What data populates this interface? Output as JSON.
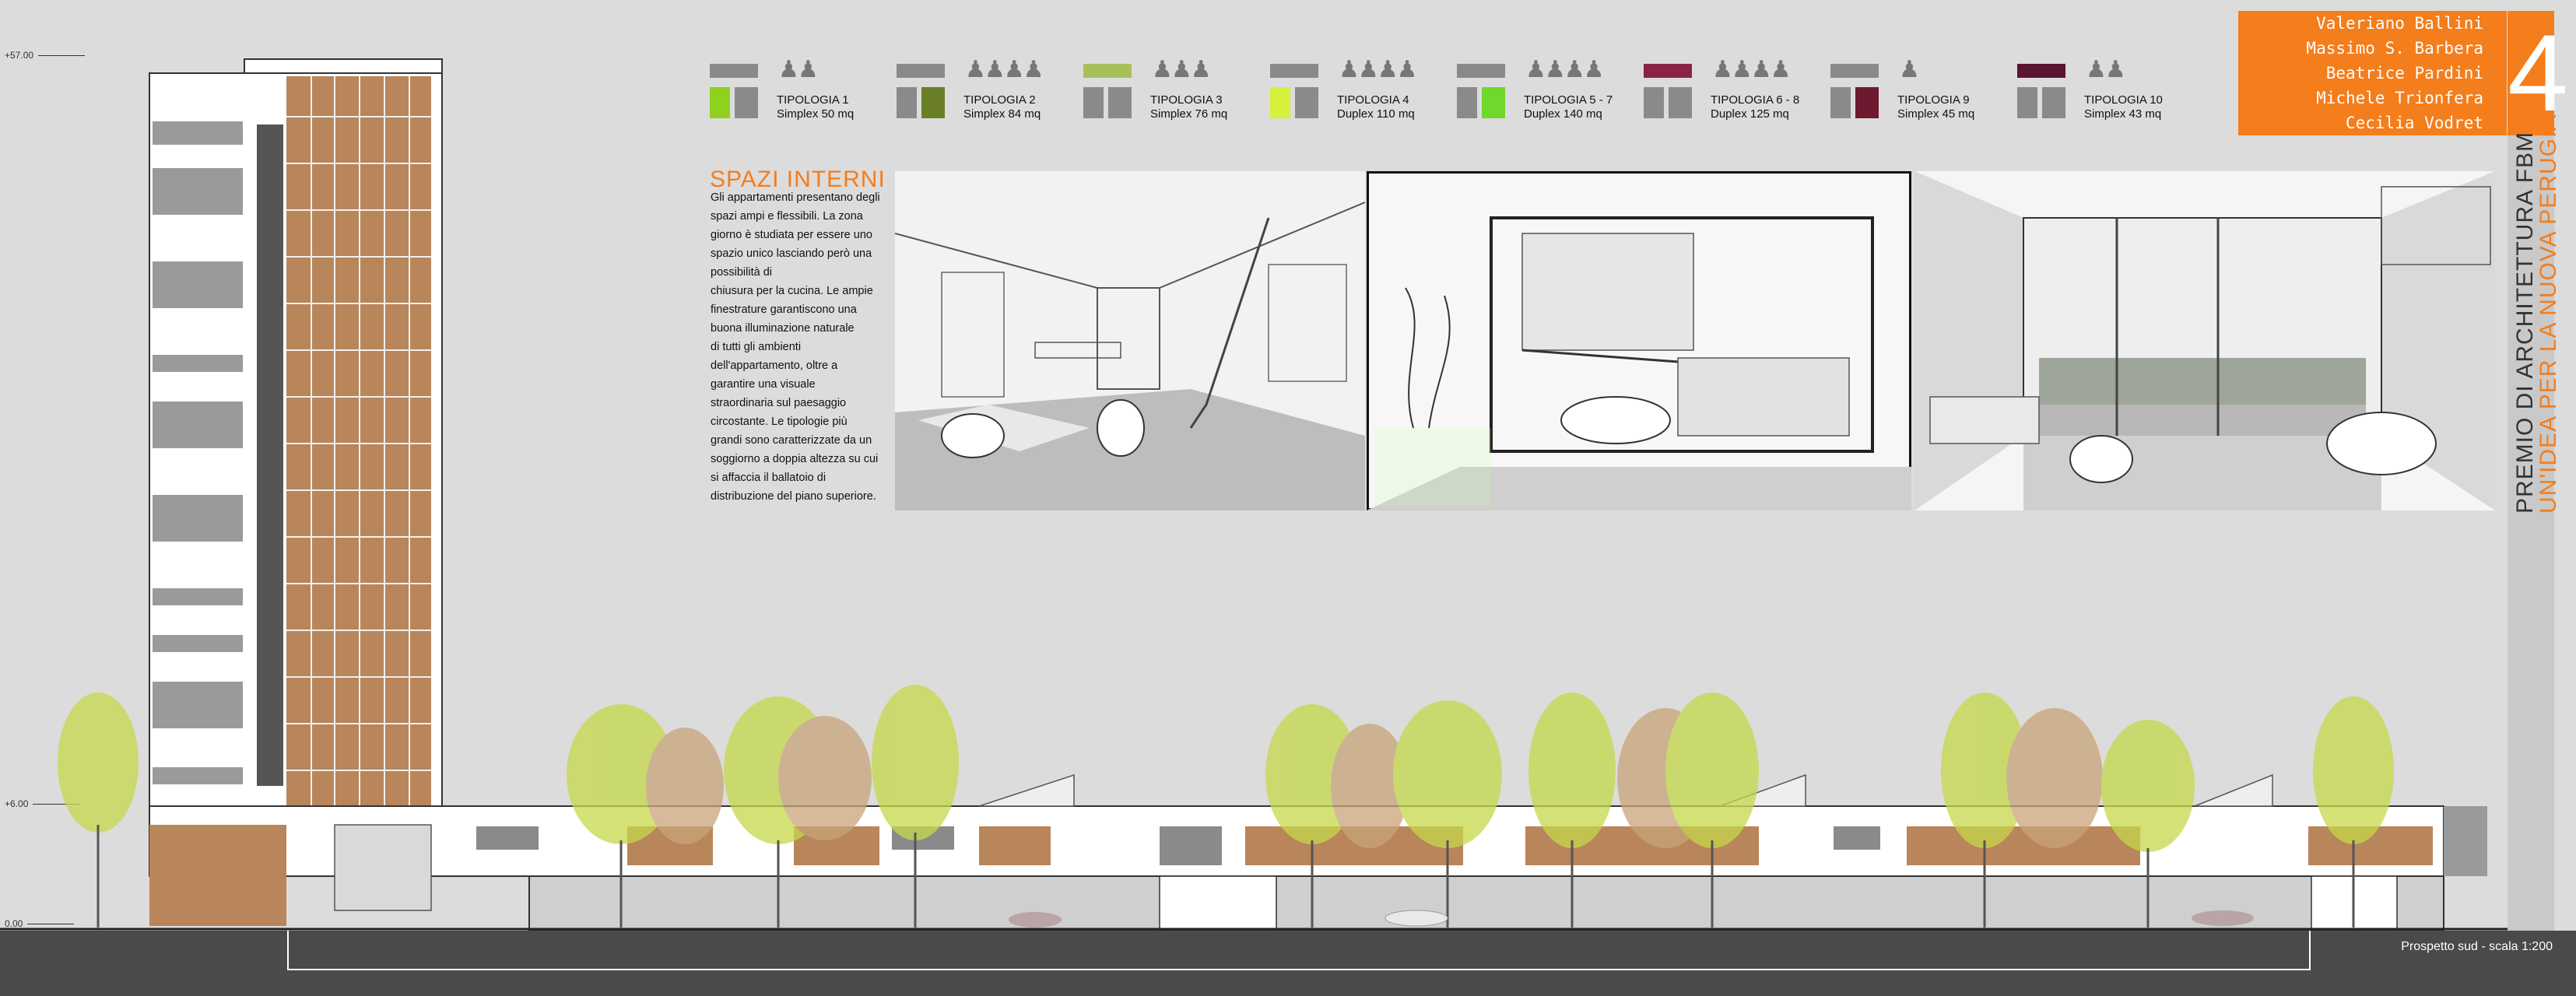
{
  "levels": [
    "+57.00",
    "+6.00",
    "0.00"
  ],
  "types": [
    {
      "title": "TIPOLOGIA 1",
      "sub": "Simplex 50 mq",
      "color": "#8ed21e",
      "people": "♟♟"
    },
    {
      "title": "TIPOLOGIA 2",
      "sub": "Simplex 84 mq",
      "color": "#6a7f28",
      "people": "♟♟♟♟"
    },
    {
      "title": "TIPOLOGIA 3",
      "sub": "Simplex 76 mq",
      "color": "#a8c05a",
      "people": "♟♟♟"
    },
    {
      "title": "TIPOLOGIA 4",
      "sub": "Duplex 110 mq",
      "color": "#d6f03c",
      "people": "♟♟♟♟"
    },
    {
      "title": "TIPOLOGIA 5 - 7",
      "sub": "Duplex 140 mq",
      "color": "#6fd82a",
      "people": "♟♟♟♟"
    },
    {
      "title": "TIPOLOGIA 6 - 8",
      "sub": "Duplex 125 mq",
      "color": "#8b2345",
      "people": "♟♟♟♟"
    },
    {
      "title": "TIPOLOGIA 9",
      "sub": "Simplex 45 mq",
      "color": "#6d1a30",
      "people": "♟"
    },
    {
      "title": "TIPOLOGIA 10",
      "sub": "Simplex 43 mq",
      "color": "#5a1530",
      "people": "♟♟"
    }
  ],
  "authors": [
    "Valeriano Ballini",
    "Massimo S. Barbera",
    "Beatrice Pardini",
    "Michele Trionfera",
    "Cecilia Vodret"
  ],
  "board_number": "4",
  "side_title": "PREMIO DI ARCHITETTURA  FBM",
  "side_subtitle": "UN'IDEA PER LA NUOVA PERUGIA",
  "spazi": {
    "title": "SPAZI INTERNI",
    "text": "Gli appartamenti presentano degli\nspazi ampi e flessibili. La zona\ngiorno è studiata per essere uno\nspazio unico lasciando però una\npossibilità di\nchiusura per la cucina. Le ampie\nfinestrature garantiscono una\nbuona illuminazione naturale\ndi tutti gli ambienti\ndell'appartamento, oltre a\ngarantire una visuale\nstraordinaria sul paesaggio\ncircostante. Le tipologie più\ngrandi sono caratterizzate da un\nsoggiorno a doppia altezza su cui\nsi affaccia il ballatoio di\ndistribuzione del piano superiore."
  },
  "caption": "Prospetto sud - scala 1:200",
  "colors": {
    "accent": "#f47d1c",
    "wood": "#b9855a",
    "tree": "#c5d84a"
  }
}
